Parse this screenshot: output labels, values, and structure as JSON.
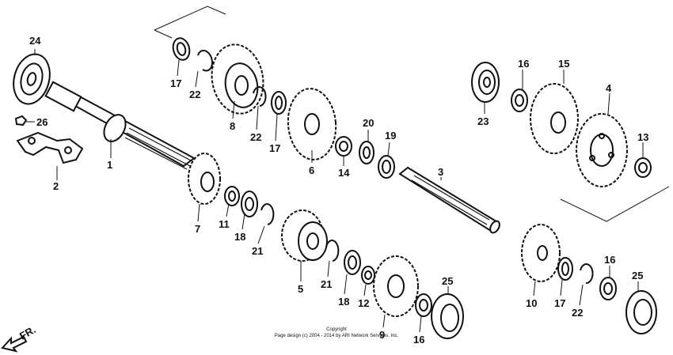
{
  "diagram": {
    "direction_label": "FR.",
    "copyright_line1": "Copyright",
    "copyright_line2": "Page design (c) 2004 - 2014 by ARI Network Services, Inc.",
    "callouts": [
      "24",
      "26",
      "2",
      "1",
      "17",
      "22",
      "8",
      "22",
      "17",
      "6",
      "14",
      "20",
      "19",
      "3",
      "7",
      "11",
      "18",
      "21",
      "5",
      "21",
      "18",
      "12",
      "9",
      "16",
      "25",
      "23",
      "16",
      "15",
      "4",
      "13",
      "10",
      "17",
      "22",
      "16",
      "25"
    ]
  }
}
